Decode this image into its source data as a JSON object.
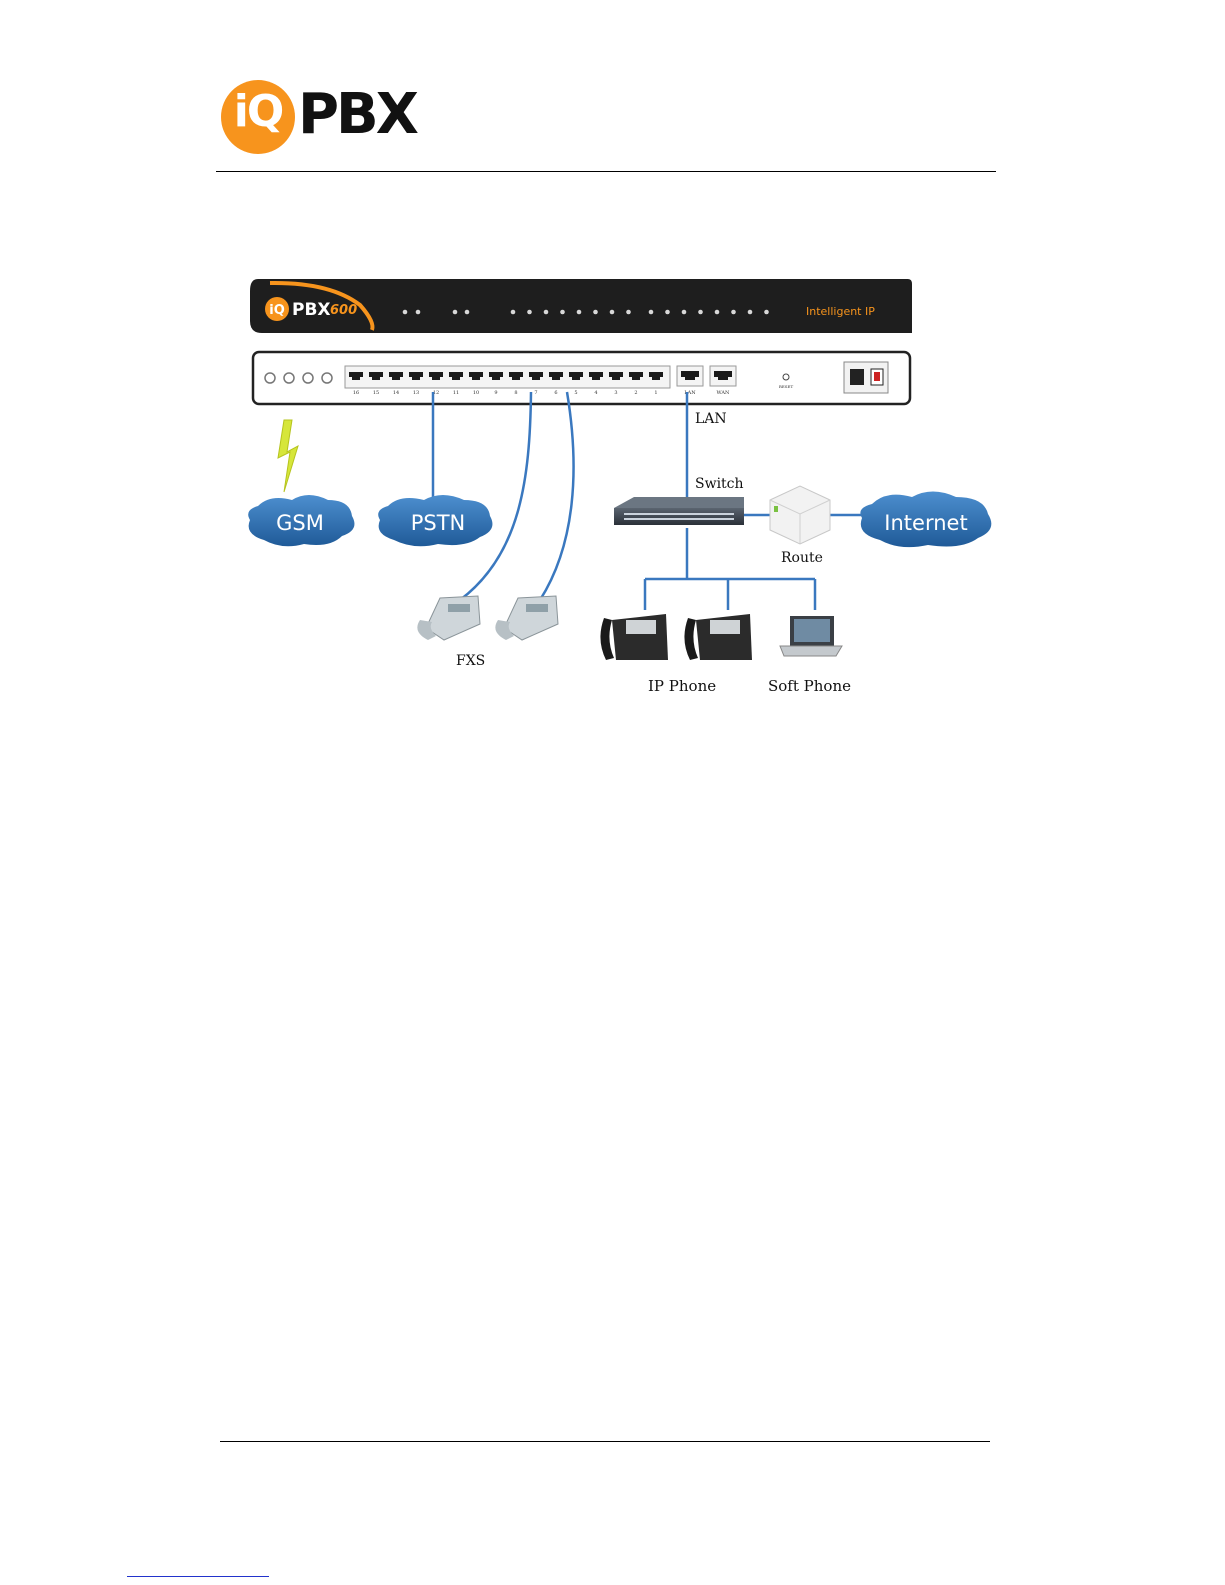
{
  "logo": {
    "iq": "iQ",
    "pbx": "PBX"
  },
  "device": {
    "brand_iq": "iQ",
    "brand_pbx": "PBX",
    "model": "600",
    "tagline": "Intelligent IP",
    "port_numbers": [
      "16",
      "15",
      "14",
      "13",
      "12",
      "11",
      "10",
      "9",
      "8",
      "7",
      "6",
      "5",
      "4",
      "3",
      "2",
      "1"
    ],
    "lan_port": "LAN",
    "wan_port": "WAN",
    "reset": "RESET"
  },
  "labels": {
    "lan": "LAN",
    "switch": "Switch",
    "route": "Route",
    "fxs": "FXS",
    "ip_phone": "IP Phone",
    "soft_phone": "Soft Phone"
  },
  "clouds": {
    "gsm": "GSM",
    "pstn": "PSTN",
    "internet": "Internet"
  },
  "colors": {
    "brand_orange": "#f7941d",
    "cloud_blue": "#2a6bab",
    "link_blue": "#3a78bf",
    "device_dark": "#1e1e1e"
  }
}
